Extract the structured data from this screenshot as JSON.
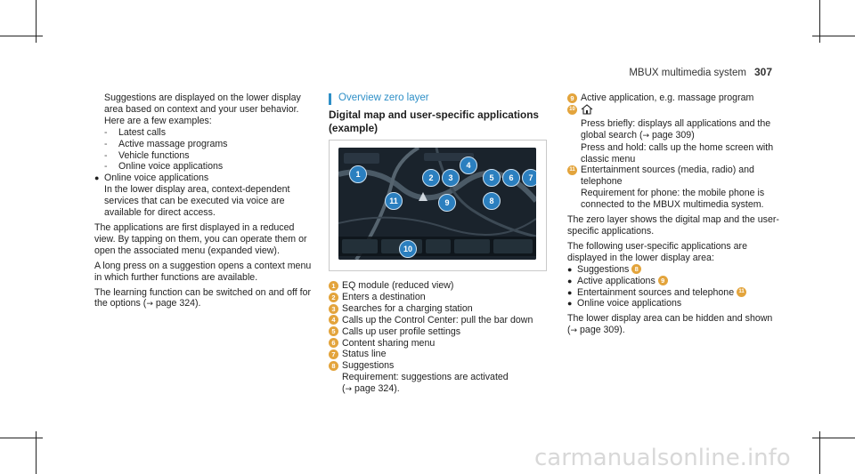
{
  "header": {
    "title": "MBUX multimedia system",
    "page": "307"
  },
  "left": {
    "intro": "Suggestions are displayed on the lower display area based on context and your user behavior. Here are a few examples:",
    "examples": [
      "Latest calls",
      "Active massage programs",
      "Vehicle functions",
      "Online voice applications"
    ],
    "bullet_title": "Online voice applications",
    "bullet_text": "In the lower display area, context-dependent services that can be executed via voice are available for direct access.",
    "para1": "The applications are first displayed in a reduced view. By tapping on them, you can operate them or open the associated menu (expanded view).",
    "para2": "A long press on a suggestion opens a context menu in which further functions are available.",
    "para3_a": "The learning function can be switched on and off for the options (",
    "para3_ref": "page 324",
    "para3_b": ")."
  },
  "middle": {
    "section_title": "Overview zero layer",
    "heading": "Digital map and user-specific applications (example)",
    "items": [
      {
        "n": "1",
        "text": "EQ module (reduced view)"
      },
      {
        "n": "2",
        "text": "Enters a destination"
      },
      {
        "n": "3",
        "text": "Searches for a charging station"
      },
      {
        "n": "4",
        "text": "Calls up the Control Center: pull the bar down"
      },
      {
        "n": "5",
        "text": "Calls up user profile settings"
      },
      {
        "n": "6",
        "text": "Content sharing menu"
      },
      {
        "n": "7",
        "text": "Status line"
      },
      {
        "n": "8",
        "text": "Suggestions"
      }
    ],
    "item8_req": "Requirement: suggestions are activated",
    "item8_ref": "page 324"
  },
  "right": {
    "item9": {
      "n": "9",
      "text": "Active application, e.g. massage program"
    },
    "item10": {
      "n": "10",
      "p1_a": "Press briefly: displays all applications and the global search (",
      "p1_ref": "page 309",
      "p1_b": ")",
      "p2": "Press and hold: calls up the home screen with classic menu"
    },
    "item11": {
      "n": "11",
      "text": "Entertainment sources (media, radio) and telephone",
      "req": "Requirement for phone: the mobile phone is connected to the MBUX multimedia system."
    },
    "para1": "The zero layer shows the digital map and the user-specific applications.",
    "para2": "The following user-specific applications are displayed in the lower display area:",
    "bullets": [
      {
        "text": "Suggestions",
        "n": "8"
      },
      {
        "text": "Active applications",
        "n": "9"
      },
      {
        "text": "Entertainment sources and telephone",
        "n": "11"
      },
      {
        "text": "Online voice applications",
        "n": ""
      }
    ],
    "para3": "The lower display area can be hidden and shown",
    "para3_ref": "page 309"
  },
  "figure": {
    "callouts": [
      "1",
      "2",
      "3",
      "4",
      "5",
      "6",
      "7",
      "8",
      "9",
      "10",
      "11"
    ]
  },
  "watermark": "carmanualsonline.info",
  "colors": {
    "accent": "#2e8fc7",
    "number_badge": "#e3a43c",
    "callout": "#2b7fbf"
  }
}
